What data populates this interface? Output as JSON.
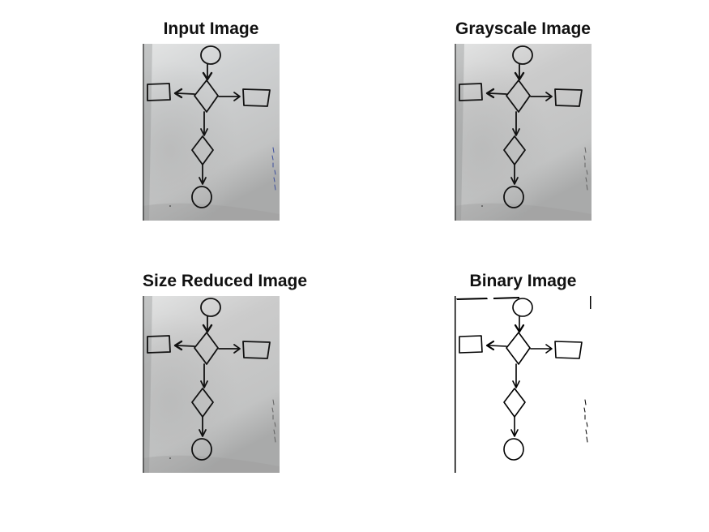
{
  "panels": [
    {
      "title": "Input Image",
      "paper_color": "#cfd1d2",
      "ink_color": "#121212",
      "note_color": "#2a3f9a",
      "style": "photo"
    },
    {
      "title": "Grayscale Image",
      "paper_color": "#cbcbcb",
      "ink_color": "#111111",
      "note_color": "#555555",
      "style": "photo"
    },
    {
      "title": "Size Reduced Image",
      "paper_color": "#cbcbcb",
      "ink_color": "#111111",
      "note_color": "#555555",
      "style": "photo"
    },
    {
      "title": "Binary Image",
      "paper_color": "#ffffff",
      "ink_color": "#000000",
      "note_color": "#000000",
      "style": "binary"
    }
  ]
}
